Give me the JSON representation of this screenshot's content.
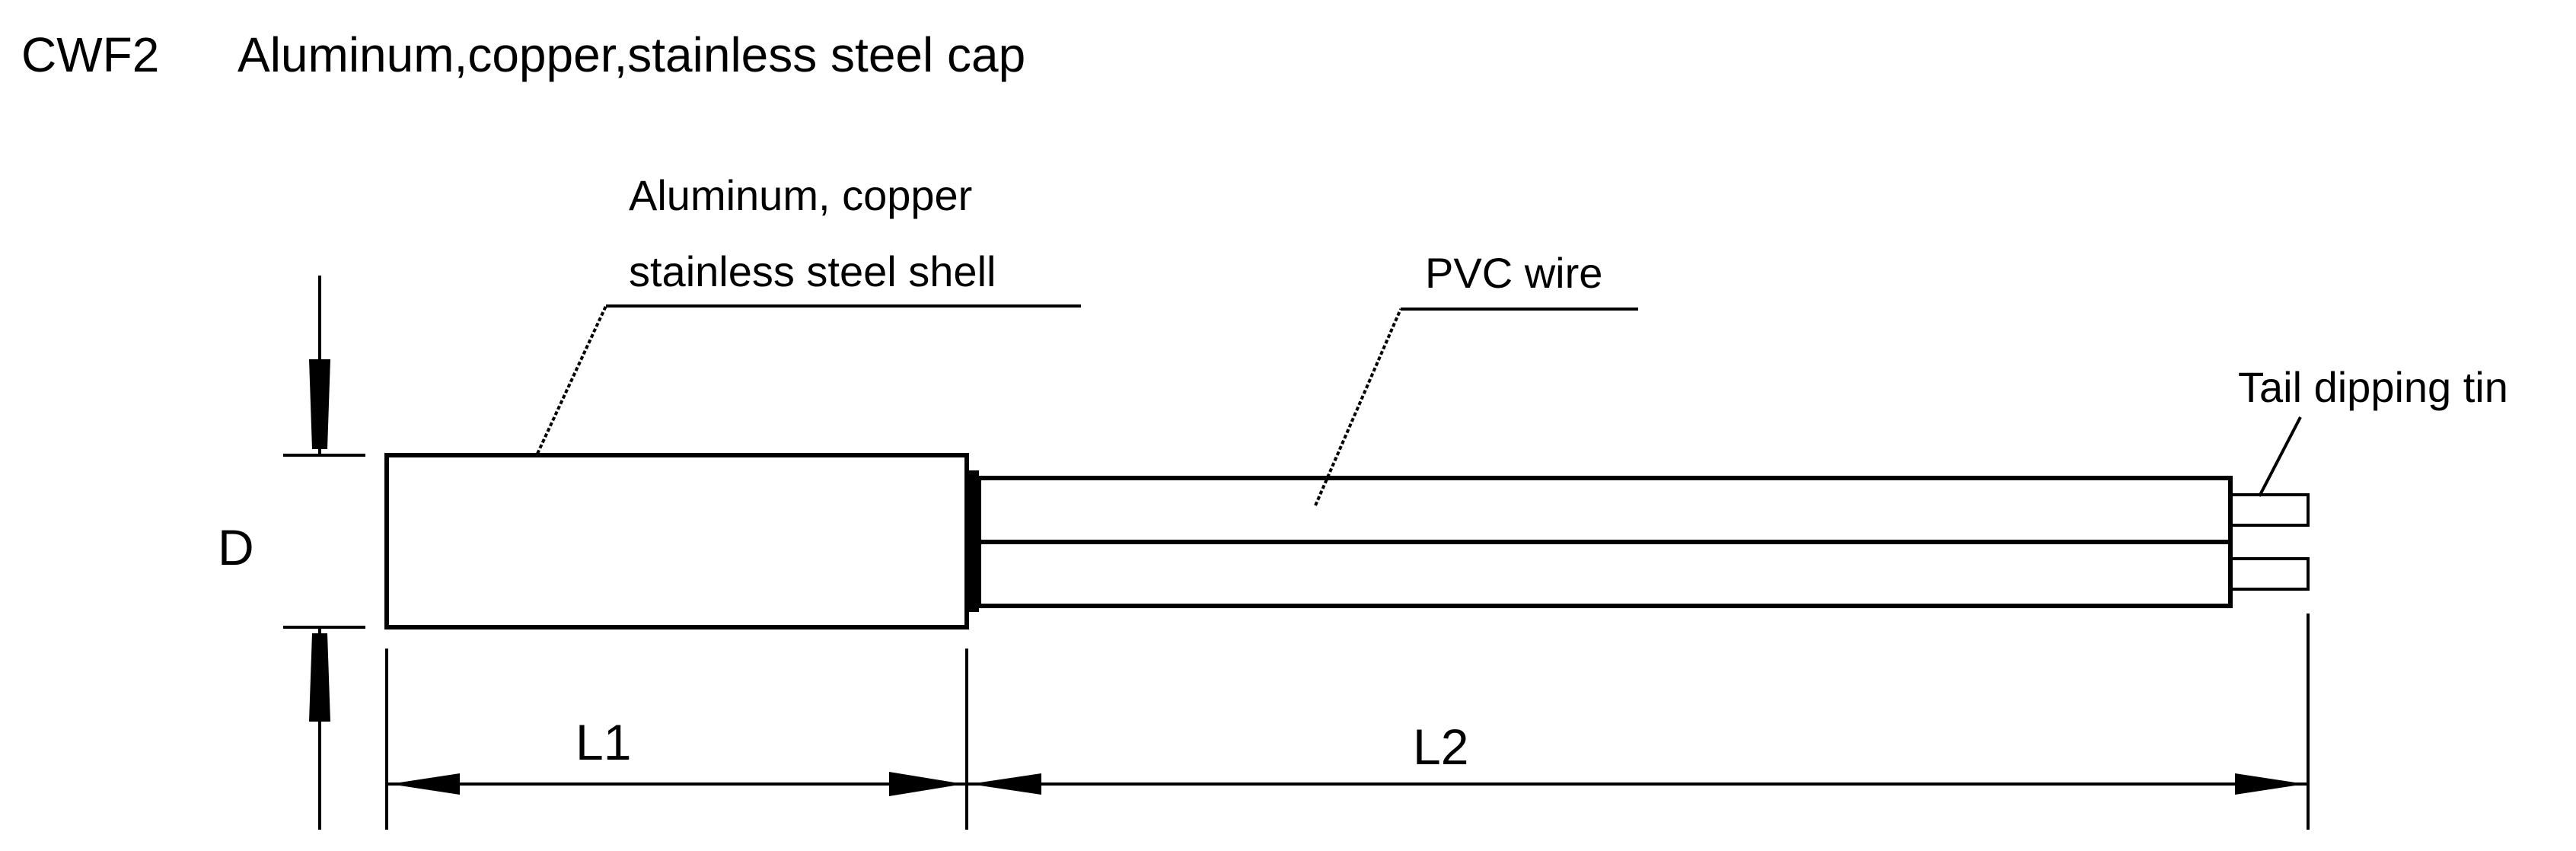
{
  "title": {
    "code": "CWF2",
    "text": "Aluminum,copper,stainless steel cap"
  },
  "labels": {
    "shell_line1": "Aluminum, copper",
    "shell_line2": "stainless steel shell",
    "wire": "PVC wire",
    "tail": "Tail dipping tin"
  },
  "dimensions": {
    "diameter": "D",
    "length1": "L1",
    "length2": "L2"
  }
}
